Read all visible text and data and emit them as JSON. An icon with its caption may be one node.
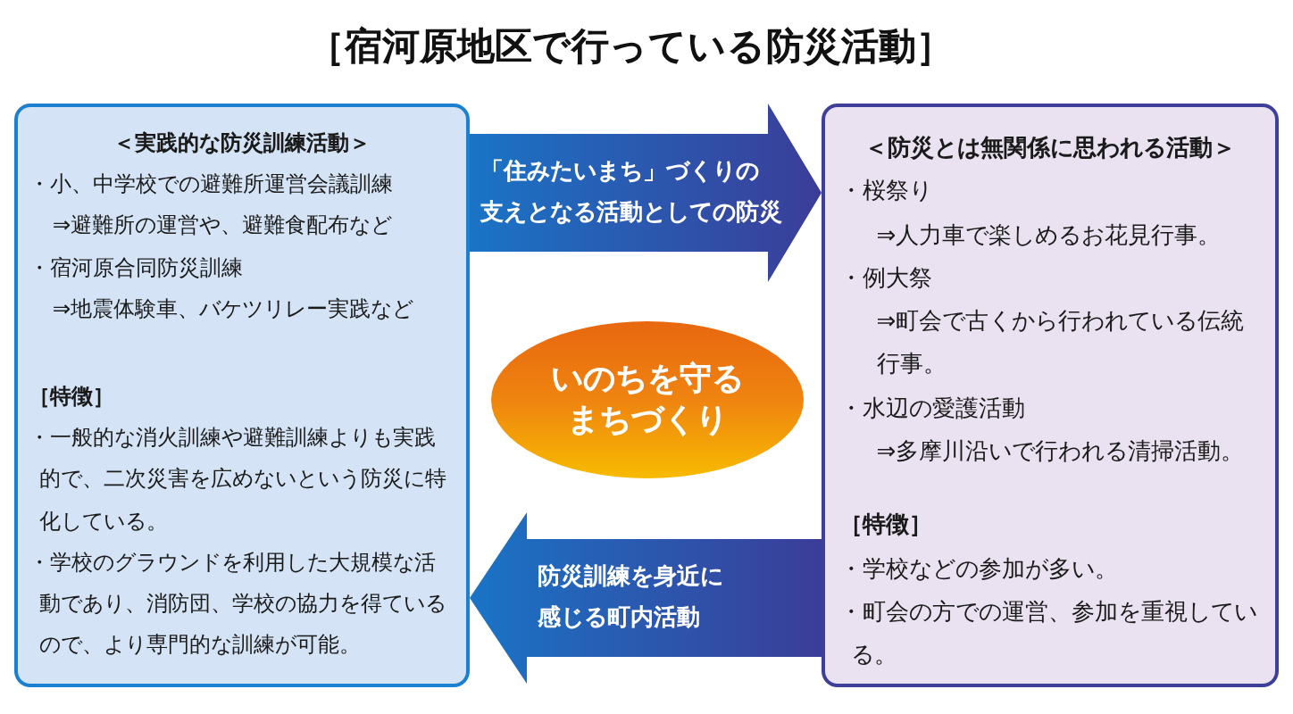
{
  "diagram": {
    "title": "［宿河原地区で行っている防災活動］",
    "nodes": [
      {
        "text": [
          "＜実践的な防災訓練活動＞",
          "・小、中学校での避難所運営会議訓練",
          "⇒避難所の運営や、避難食配布など",
          "・宿河原合同防災訓練",
          "⇒地震体験車、バケツリレー実践など",
          "［特徴］",
          "・一般的な消火訓練や避難訓練よりも実践的で、二次災害を広めないという防災に特化している。",
          "・学校のグラウンドを利用した大規模な活動であり、消防団、学校の協力を得ているので、より専門的な訓練が可能。"
        ]
      },
      {
        "text": [
          "＜防災とは無関係に思われる活動＞",
          "・桜祭り",
          "⇒人力車で楽しめるお花見行事。",
          "・例大祭",
          "⇒町会で古くから行われている伝統行事。",
          "・水辺の愛護活動",
          "⇒多摩川沿いで行われる清掃活動。",
          "［特徴］",
          "・学校などの参加が多い。",
          "・町会の方での運営、参加を重視している。"
        ]
      },
      {
        "text": [
          "いのちを守るまちづくり"
        ]
      }
    ],
    "edges": [
      {
        "from": 0,
        "to": 1,
        "arrow": "to",
        "label": "「住みたいまち」づくりの支えとなる活動としての防災"
      },
      {
        "from": 1,
        "to": 0,
        "arrow": "to",
        "label": "防災訓練を身近に感じる町内活動"
      }
    ]
  }
}
